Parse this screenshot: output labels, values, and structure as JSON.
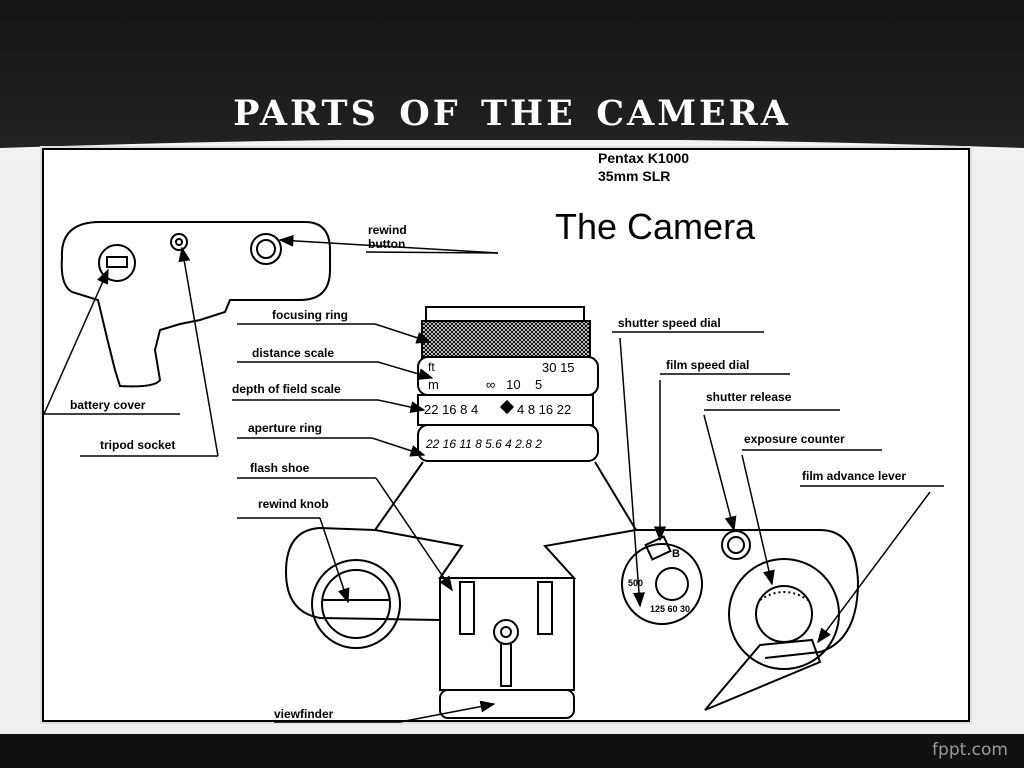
{
  "slide": {
    "title": "Parts of the Camera",
    "footer_brand": "fppt.com"
  },
  "diagram": {
    "model": "Pentax K1000",
    "model_type": "35mm SLR",
    "heading": "The Camera",
    "labels": {
      "rewind_button": "rewind\nbutton",
      "focusing_ring": "focusing ring",
      "distance_scale": "distance scale",
      "depth_of_field_scale": "depth of field scale",
      "aperture_ring": "aperture ring",
      "flash_shoe": "flash shoe",
      "rewind_knob": "rewind knob",
      "battery_cover": "battery cover",
      "tripod_socket": "tripod socket",
      "shutter_speed_dial": "shutter speed dial",
      "film_speed_dial": "film speed dial",
      "shutter_release": "shutter release",
      "exposure_counter": "exposure counter",
      "film_advance_lever": "film advance lever",
      "viewfinder": "viewfinder"
    },
    "scales": {
      "distance_ft_unit": "ft",
      "distance_ft_values": "30 15",
      "distance_m_unit": "m",
      "distance_m_values": "∞   10    5",
      "dof_left": "22 16 8 4",
      "dof_right": "4 8 16 22",
      "aperture": "22 16 11 8 5.6 4 2.8 2"
    },
    "dial_marks": {
      "shutter_b": "B",
      "shutter_500": "500",
      "shutter_values": "125 60 30"
    }
  }
}
